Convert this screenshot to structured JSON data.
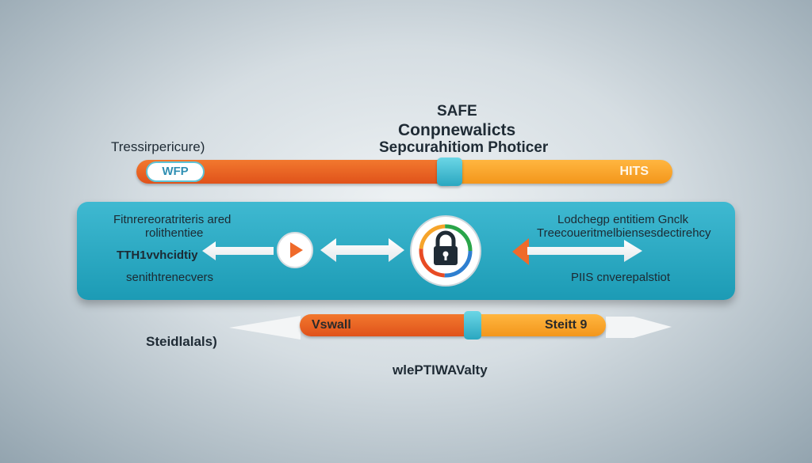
{
  "title": {
    "line1": "SAFE",
    "line2": "Conpnewalicts",
    "line3": "Sepcurahitiom Photicer"
  },
  "top_bar": {
    "left_side_label": "Tressirpericure)",
    "left_cap_label": "WFP",
    "right_label": "HITS"
  },
  "panel": {
    "left_lines": [
      "Fitnrereoratriteris ared",
      "rolithentiee",
      "TTH1vvhcidtiy",
      "senithtrenecvers"
    ],
    "right_lines": [
      "Lodchegp entitiem Gnclk",
      "Treecoueritmelbiensesdectirehcy",
      "PIIS cnverepalstiot"
    ]
  },
  "bottom_bar": {
    "left_side_label": "Steidlalals)",
    "orange_label": "Vswall",
    "yellow_label": "Steitt 9",
    "caption": "wlePTIWAValty"
  },
  "colors": {
    "orange": "#e85e22",
    "yellow": "#f6a42a",
    "teal": "#2aadc6",
    "lock_ring": [
      "#2e7fd0",
      "#e84b24",
      "#f6a42a",
      "#2aa54a"
    ]
  },
  "icons": [
    "play-icon",
    "lock-icon",
    "double-arrow-icon"
  ]
}
